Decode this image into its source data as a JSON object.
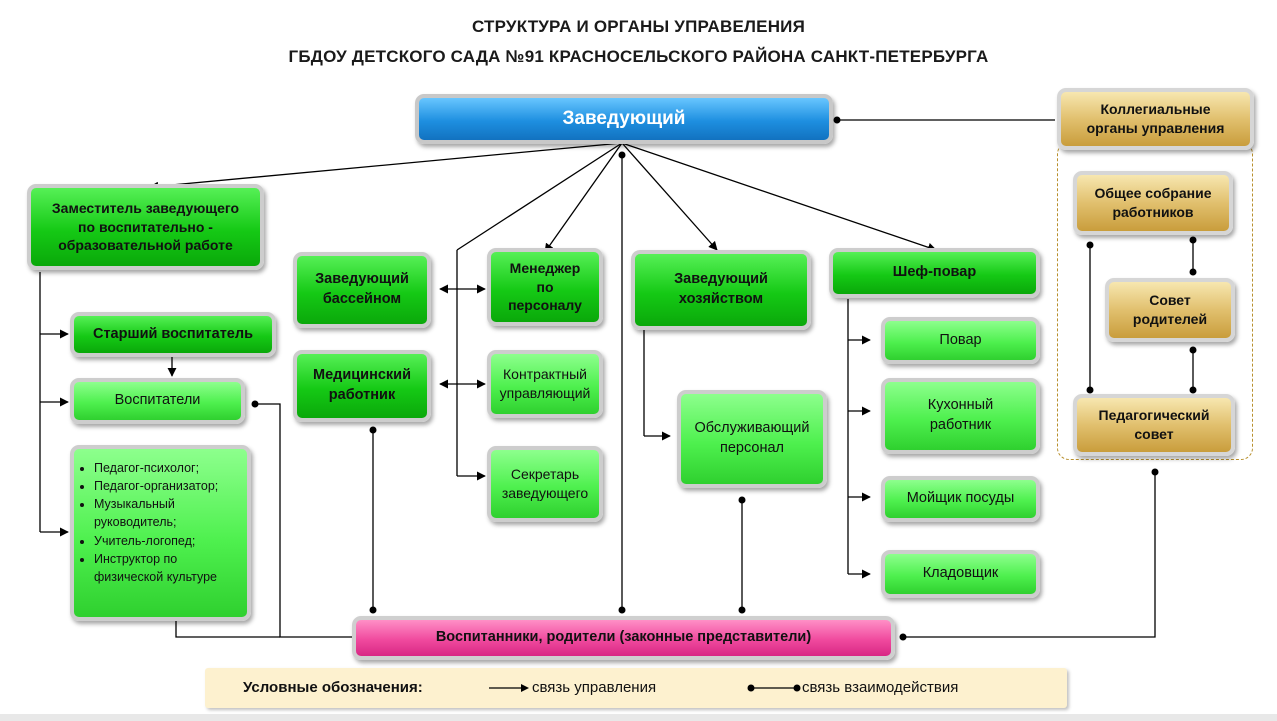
{
  "title": {
    "line1": "СТРУКТУРА И ОРГАНЫ УПРАВЕЛЕНИЯ",
    "line2": "ГБДОУ ДЕТСКОГО САДА №91 КРАСНОСЕЛЬСКОГО РАЙОНА САНКТ-ПЕТЕРБУРГА"
  },
  "nodes": {
    "head": "Заведующий",
    "collegial": "Коллегиальные\nорганы управления",
    "general_meeting": "Общее собрание\nработников",
    "parents_council": "Совет\nродителей",
    "ped_council": "Педагогический\nсовет",
    "deputy": "Заместитель заведующего\nпо воспитательно -\nобразовательной работе",
    "senior_teacher": "Старший воспитатель",
    "teachers": "Воспитатели",
    "specialists": [
      "Педагог-психолог;",
      "Педагог-организатор;",
      "Музыкальный руководитель;",
      "Учитель-логопед;",
      "Инструктор по физической культуре"
    ],
    "pool_head": "Заведующий\nбассейном",
    "medic": "Медицинский\nработник",
    "hr_manager": "Менеджер\nпо\nперсоналу",
    "contract_manager": "Контрактный\nуправляющий",
    "secretary": "Секретарь\nзаведующего",
    "facilities_head": "Заведующий\nхозяйством",
    "service_staff": "Обслуживающий\nперсонал",
    "chef": "Шеф-повар",
    "cook": "Повар",
    "kitchen_worker": "Кухонный\nработник",
    "dishwasher": "Мойщик посуды",
    "storekeeper": "Кладовщик",
    "pupils_parents": "Воспитанники, родители (законные представители)"
  },
  "legend": {
    "label": "Условные обозначения:",
    "control": "связь управления",
    "interaction": "связь взаимодействия"
  },
  "colors": {
    "line": "#000000",
    "head_blue": "#1e8fe0",
    "staff_green": "#3be03b",
    "collegial_gold": "#e1c06e",
    "pupils_pink": "#f04a9e",
    "legend_bg": "#fdf1cf"
  }
}
